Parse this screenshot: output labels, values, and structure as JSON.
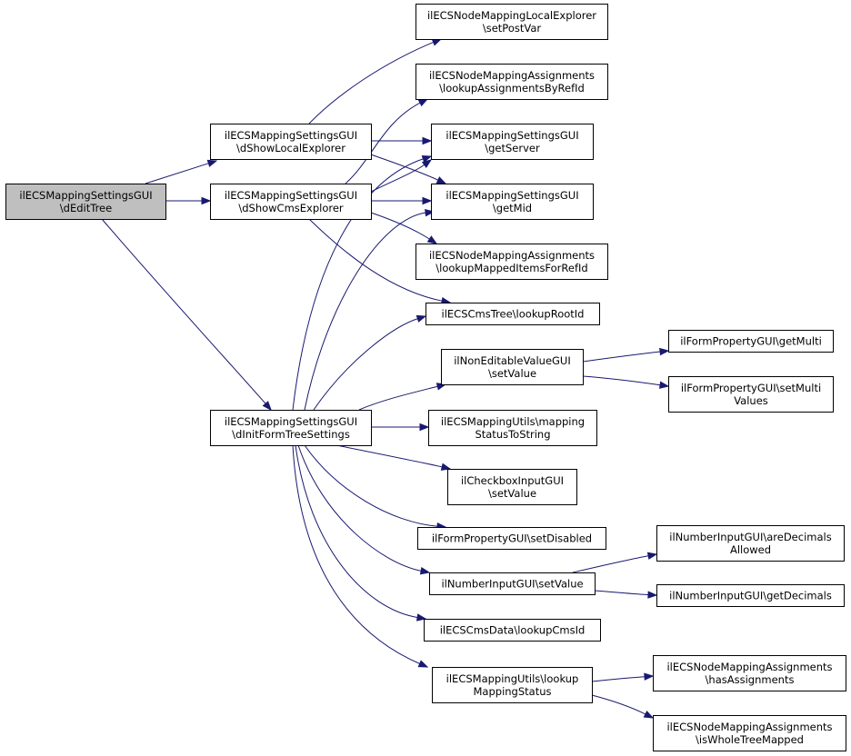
{
  "diagram": {
    "type": "call-graph",
    "nodes": [
      {
        "id": "root",
        "lines": [
          "ilECSMappingSettingsGUI",
          "\\dEditTree"
        ],
        "highlight": true
      },
      {
        "id": "local",
        "lines": [
          "ilECSMappingSettingsGUI",
          "\\dShowLocalExplorer"
        ]
      },
      {
        "id": "cms",
        "lines": [
          "ilECSMappingSettingsGUI",
          "\\dShowCmsExplorer"
        ]
      },
      {
        "id": "init",
        "lines": [
          "ilECSMappingSettingsGUI",
          "\\dInitFormTreeSettings"
        ]
      },
      {
        "id": "setpost",
        "lines": [
          "ilECSNodeMappingLocalExplorer",
          "\\setPostVar"
        ]
      },
      {
        "id": "lookupabr",
        "lines": [
          "ilECSNodeMappingAssignments",
          "\\lookupAssignmentsByRefId"
        ]
      },
      {
        "id": "getserver",
        "lines": [
          "ilECSMappingSettingsGUI",
          "\\getServer"
        ]
      },
      {
        "id": "getmid",
        "lines": [
          "ilECSMappingSettingsGUI",
          "\\getMid"
        ]
      },
      {
        "id": "lookupmifr",
        "lines": [
          "ilECSNodeMappingAssignments",
          "\\lookupMappedItemsForRefId"
        ]
      },
      {
        "id": "rootid",
        "lines": [
          "ilECSCmsTree\\lookupRootId"
        ]
      },
      {
        "id": "nevsetvalue",
        "lines": [
          "ilNonEditableValueGUI",
          "\\setValue"
        ]
      },
      {
        "id": "getmulti",
        "lines": [
          "ilFormPropertyGUI\\getMulti"
        ]
      },
      {
        "id": "setmulti",
        "lines": [
          "ilFormPropertyGUI\\setMulti",
          "Values"
        ]
      },
      {
        "id": "mapstatus",
        "lines": [
          "ilECSMappingUtils\\mapping",
          "StatusToString"
        ]
      },
      {
        "id": "cbsetvalue",
        "lines": [
          "ilCheckboxInputGUI",
          "\\setValue"
        ]
      },
      {
        "id": "setdisabled",
        "lines": [
          "ilFormPropertyGUI\\setDisabled"
        ]
      },
      {
        "id": "numsetvalue",
        "lines": [
          "ilNumberInputGUI\\setValue"
        ]
      },
      {
        "id": "aredecimals",
        "lines": [
          "ilNumberInputGUI\\areDecimals",
          "Allowed"
        ]
      },
      {
        "id": "getdecimals",
        "lines": [
          "ilNumberInputGUI\\getDecimals"
        ]
      },
      {
        "id": "lookupcmsid",
        "lines": [
          "ilECSCmsData\\lookupCmsId"
        ]
      },
      {
        "id": "lookupms",
        "lines": [
          "ilECSMappingUtils\\lookup",
          "MappingStatus"
        ]
      },
      {
        "id": "hasassign",
        "lines": [
          "ilECSNodeMappingAssignments",
          "\\hasAssignments"
        ]
      },
      {
        "id": "wholetree",
        "lines": [
          "ilECSNodeMappingAssignments",
          "\\isWholeTreeMapped"
        ]
      }
    ],
    "edges": [
      {
        "from": "root",
        "to": "local"
      },
      {
        "from": "root",
        "to": "cms"
      },
      {
        "from": "root",
        "to": "init"
      },
      {
        "from": "local",
        "to": "setpost"
      },
      {
        "from": "local",
        "to": "getserver"
      },
      {
        "from": "local",
        "to": "getmid"
      },
      {
        "from": "cms",
        "to": "lookupabr"
      },
      {
        "from": "cms",
        "to": "getserver"
      },
      {
        "from": "cms",
        "to": "getmid"
      },
      {
        "from": "cms",
        "to": "lookupmifr"
      },
      {
        "from": "cms",
        "to": "rootid"
      },
      {
        "from": "init",
        "to": "getserver"
      },
      {
        "from": "init",
        "to": "getmid"
      },
      {
        "from": "init",
        "to": "rootid"
      },
      {
        "from": "init",
        "to": "nevsetvalue"
      },
      {
        "from": "init",
        "to": "mapstatus"
      },
      {
        "from": "init",
        "to": "cbsetvalue"
      },
      {
        "from": "init",
        "to": "setdisabled"
      },
      {
        "from": "init",
        "to": "numsetvalue"
      },
      {
        "from": "init",
        "to": "lookupcmsid"
      },
      {
        "from": "init",
        "to": "lookupms"
      },
      {
        "from": "nevsetvalue",
        "to": "getmulti"
      },
      {
        "from": "nevsetvalue",
        "to": "setmulti"
      },
      {
        "from": "numsetvalue",
        "to": "aredecimals"
      },
      {
        "from": "numsetvalue",
        "to": "getdecimals"
      },
      {
        "from": "lookupms",
        "to": "hasassign"
      },
      {
        "from": "lookupms",
        "to": "wholetree"
      }
    ]
  }
}
